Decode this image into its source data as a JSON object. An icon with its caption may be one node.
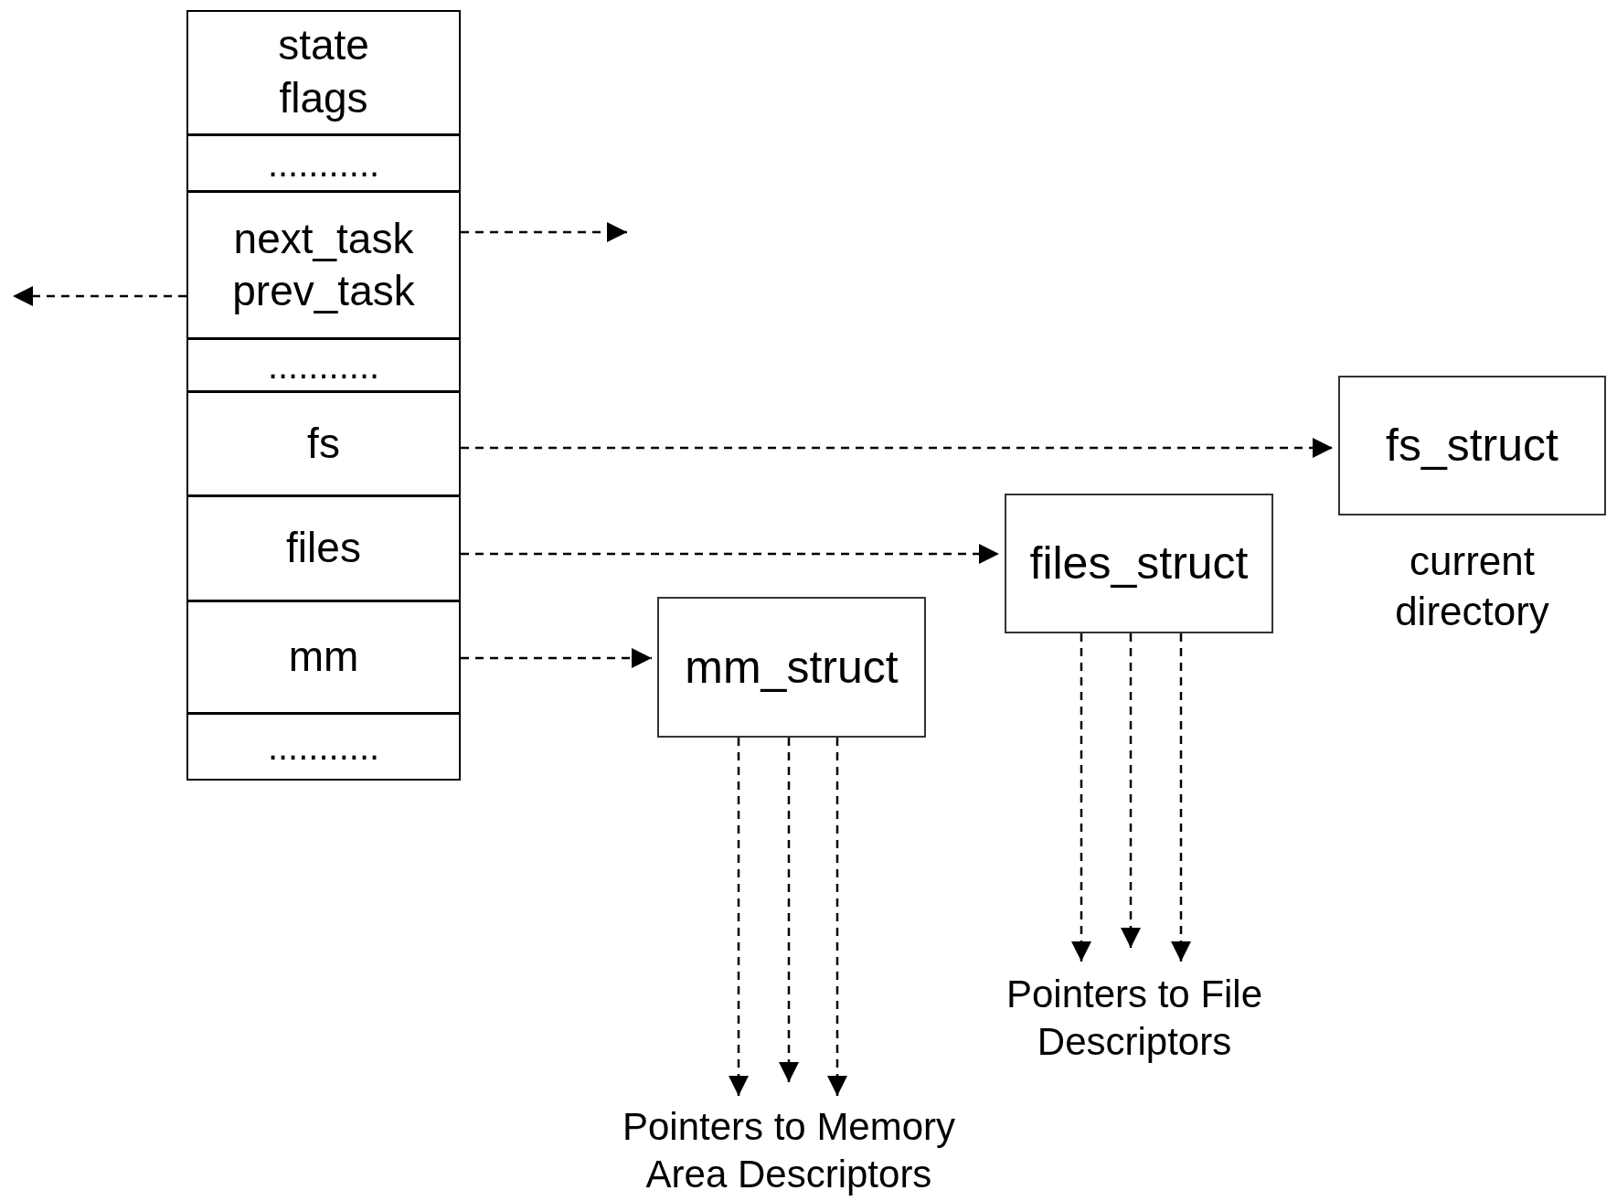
{
  "diagram": {
    "nodes": [
      {
        "text": [],
        "shape": "box"
      },
      {
        "text": [
          "state",
          "flags"
        ],
        "in": 0
      },
      {
        "text": [
          "..........."
        ],
        "in": 0
      },
      {
        "text": [
          "next_task",
          "prev_task"
        ],
        "in": 0
      },
      {
        "text": [
          "..........."
        ],
        "in": 0
      },
      {
        "text": [
          "fs"
        ],
        "in": 0
      },
      {
        "text": [
          "files"
        ],
        "in": 0
      },
      {
        "text": [
          "mm"
        ],
        "in": 0
      },
      {
        "text": [
          "..........."
        ],
        "in": 0
      },
      {
        "text": [
          "fs_struct"
        ],
        "beside": [
          "current directory"
        ]
      },
      {
        "text": [
          "files_struct"
        ]
      },
      {
        "text": [
          "mm_struct"
        ]
      },
      {
        "text": [
          "Pointers to File Descriptors"
        ]
      },
      {
        "text": [
          "Pointers to Memory Area Descriptors"
        ]
      }
    ],
    "edges": [
      {
        "from": 3,
        "to": null,
        "arrow": "to",
        "style": "dashed"
      },
      {
        "from": 3,
        "to": null,
        "arrow": "to",
        "style": "dashed"
      },
      {
        "from": 5,
        "to": 9,
        "arrow": "to",
        "style": "dashed"
      },
      {
        "from": 6,
        "to": 10,
        "arrow": "to",
        "style": "dashed"
      },
      {
        "from": 7,
        "to": 11,
        "arrow": "to",
        "style": "dashed"
      },
      {
        "from": 11,
        "to": 13,
        "arrow": "to",
        "style": "dashed"
      },
      {
        "from": 11,
        "to": 13,
        "arrow": "to",
        "style": "dashed"
      },
      {
        "from": 11,
        "to": 13,
        "arrow": "to",
        "style": "dashed"
      },
      {
        "from": 10,
        "to": 12,
        "arrow": "to",
        "style": "dashed"
      },
      {
        "from": 10,
        "to": 12,
        "arrow": "to",
        "style": "dashed"
      },
      {
        "from": 10,
        "to": 12,
        "arrow": "to",
        "style": "dashed"
      }
    ]
  }
}
